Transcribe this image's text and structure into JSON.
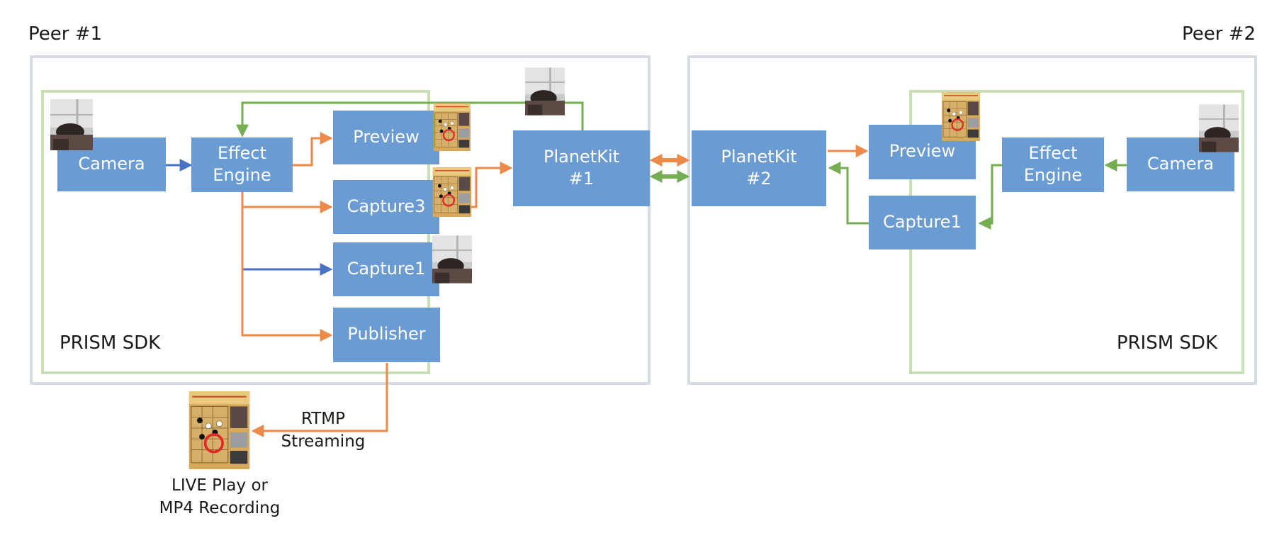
{
  "peers": {
    "peer1": {
      "title": "Peer #1",
      "sdk_label": "PRISM SDK"
    },
    "peer2": {
      "title": "Peer #2",
      "sdk_label": "PRISM SDK"
    }
  },
  "nodes": {
    "camera1": [
      "Camera"
    ],
    "effect1": [
      "Effect",
      "Engine"
    ],
    "preview1": [
      "Preview"
    ],
    "capture3": [
      "Capture3"
    ],
    "capture1_left": [
      "Capture1"
    ],
    "publisher": [
      "Publisher"
    ],
    "planetkit1": [
      "PlanetKit",
      "#1"
    ],
    "planetkit2": [
      "PlanetKit",
      "#2"
    ],
    "preview2": [
      "Preview"
    ],
    "capture1_right": [
      "Capture1"
    ],
    "effect2": [
      "Effect",
      "Engine"
    ],
    "camera2": [
      "Camera"
    ]
  },
  "edge_labels": {
    "rtmp": [
      "RTMP",
      "Streaming"
    ]
  },
  "output": {
    "caption": [
      "LIVE Play or",
      "MP4 Recording"
    ]
  },
  "colors": {
    "node_fill": "#6a9bd2",
    "orange_flow": "#ec8a4a",
    "blue_flow": "#4a72c4",
    "green_flow": "#74ad52",
    "peer_border": "#d5dae3",
    "sdk_border": "#c9dfb4"
  },
  "icons": [
    "camera-frame-thumbnail",
    "effect-frame-thumbnail"
  ]
}
